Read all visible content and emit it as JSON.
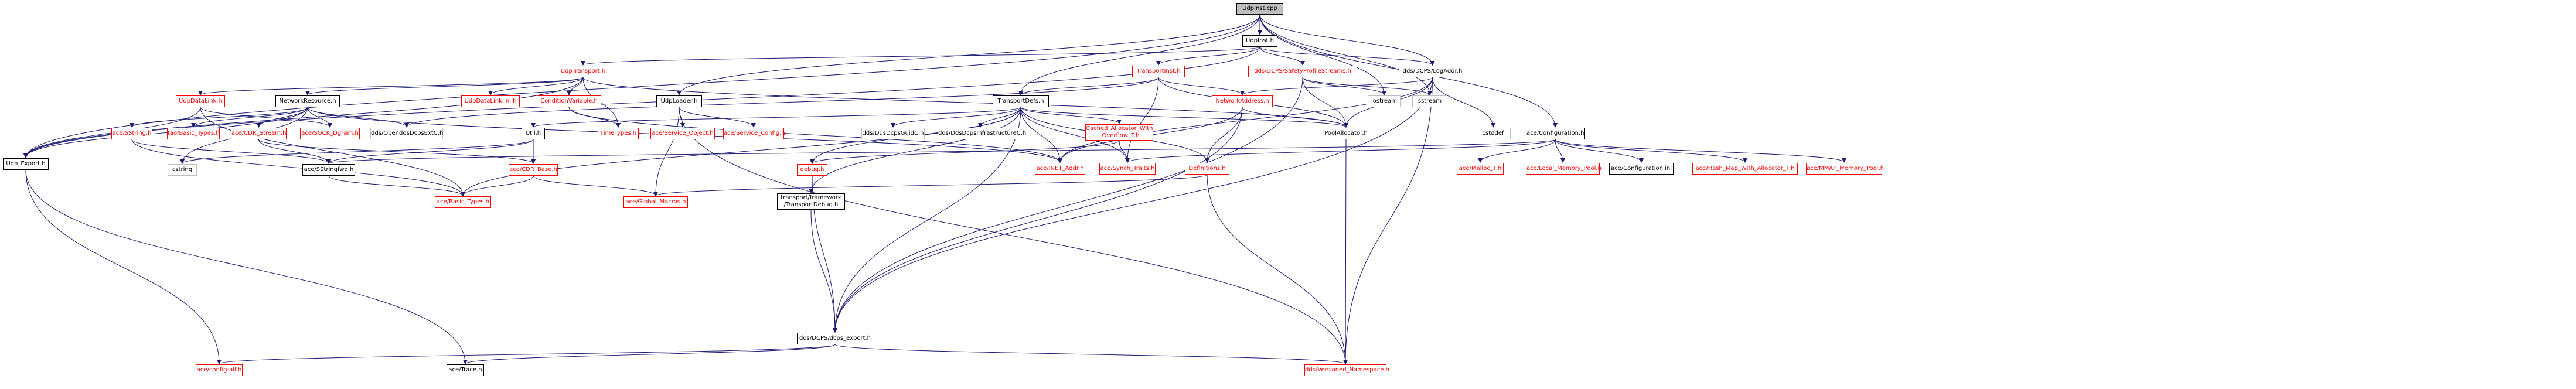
{
  "colors": {
    "edge": "#191970",
    "missing": "#ff0000",
    "plain_border": "#bfbfbf",
    "root_fill": "#bfbfbf",
    "node_border": "#000000"
  },
  "nodes": {
    "udpinst_cpp": "UdpInst.cpp",
    "udpinst_h": "UdpInst.h",
    "udptransport_h": "UdpTransport.h",
    "udpdatalink_h": "UdpDataLink.h",
    "networkresource_h": "NetworkResource.h",
    "udpdatalink_inl": "UdpDataLink.inl.h",
    "conditionvariable_h": "ConditionVariable.h",
    "udp_export_h": "Udp_Export.h",
    "udploader_h": "UdpLoader.h",
    "transportinst_h": "TransportInst.h",
    "safetyprofilestreams_h": "dds/DCPS/SafetyProfileStreams.h",
    "logaddr_h": "dds/DCPS/LogAddr.h",
    "transportdefs_h": "TransportDefs.h",
    "networkaddress_h": "NetworkAddress.h",
    "iostream": "iostream",
    "sstream": "sstream",
    "cstddef": "cstddef",
    "configuration_h": "ace/Configuration.h",
    "util_h": "Util.h",
    "sstring_h": "ace/SString.h",
    "basic_types_tao": "tao/Basic_Types.h",
    "cdr_stream_h": "ace/CDR_Stream.h",
    "sock_dgram_h": "ace/SOCK_Dgram.h",
    "opendds_extc": "dds/OpenddsDcpsExtC.h",
    "timetypes_h": "TimeTypes.h",
    "service_object_h": "ace/Service_Object.h",
    "service_config_h": "ace/Service_Config.h",
    "guidc_h": "dds/DdsDcpsGuidC.h",
    "infrastructurec_h": "dds/DdsDcpsInfrastructureC.h",
    "cached_allocator_h": "Cached_Allocator_With\n_Overflow_T.h",
    "poolallocator_h": "PoolAllocator.h",
    "inet_addr_h": "ace/INET_Addr.h",
    "synch_traits_h": "ace/Synch_Traits.h",
    "definitions_h": "Definitions.h",
    "malloc_t_h": "ace/Malloc_T.h",
    "cstring": "cstring",
    "sstringfwd_h": "ace/SStringfwd.h",
    "cdr_base_h": "ace/CDR_Base.h",
    "debug_h": "debug.h",
    "transportdebug_h": "transport/framework\n/TransportDebug.h",
    "basic_types_ace": "ace/Basic_Types.h",
    "global_macros_h": "ace/Global_Macros.h",
    "dcps_export_h": "dds/DCPS/dcps_export.h",
    "config_all_h": "ace/config-all.h",
    "trace_h": "ace/Trace.h",
    "versioned_namespace_h": "dds/Versioned_Namespace.h",
    "local_memory_pool_h": "ace/Local_Memory_Pool.h",
    "configuration_inl": "ace/Configuration.inl",
    "hash_map_alloc_h": "ace/Hash_Map_With_Allocator_T.h",
    "mmap_memory_pool_h": "ace/MMAP_Memory_Pool.h"
  }
}
